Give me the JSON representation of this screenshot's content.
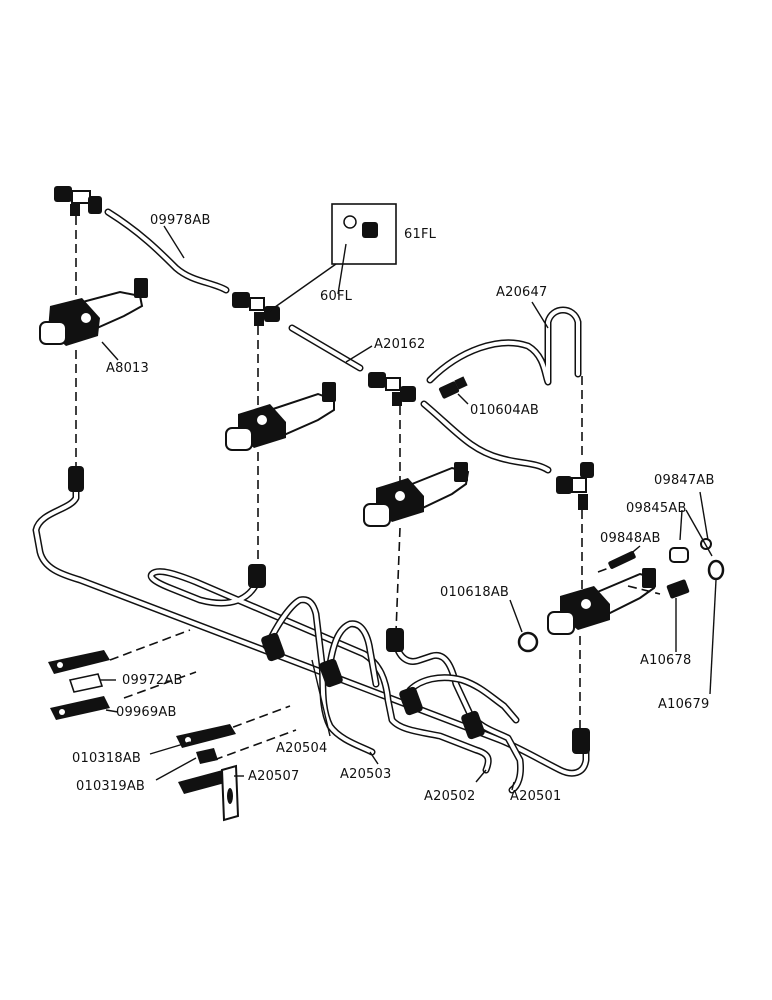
{
  "diagram": {
    "callouts": {
      "p09978AB": "09978AB",
      "p61FL": "61FL",
      "p60FL": "60FL",
      "pA20647": "A20647",
      "pA8013": "A8013",
      "pA20162": "A20162",
      "p010604AB": "010604AB",
      "p09847AB": "09847AB",
      "p09845AB": "09845AB",
      "p09848AB": "09848AB",
      "p010618AB": "010618AB",
      "p09972AB": "09972AB",
      "p09969AB": "09969AB",
      "pA10678": "A10678",
      "pA10679": "A10679",
      "pA20504": "A20504",
      "p010318AB": "010318AB",
      "pA20503": "A20503",
      "p010319AB": "010319AB",
      "pA20507": "A20507",
      "pA20502": "A20502",
      "pA20501": "A20501"
    }
  }
}
